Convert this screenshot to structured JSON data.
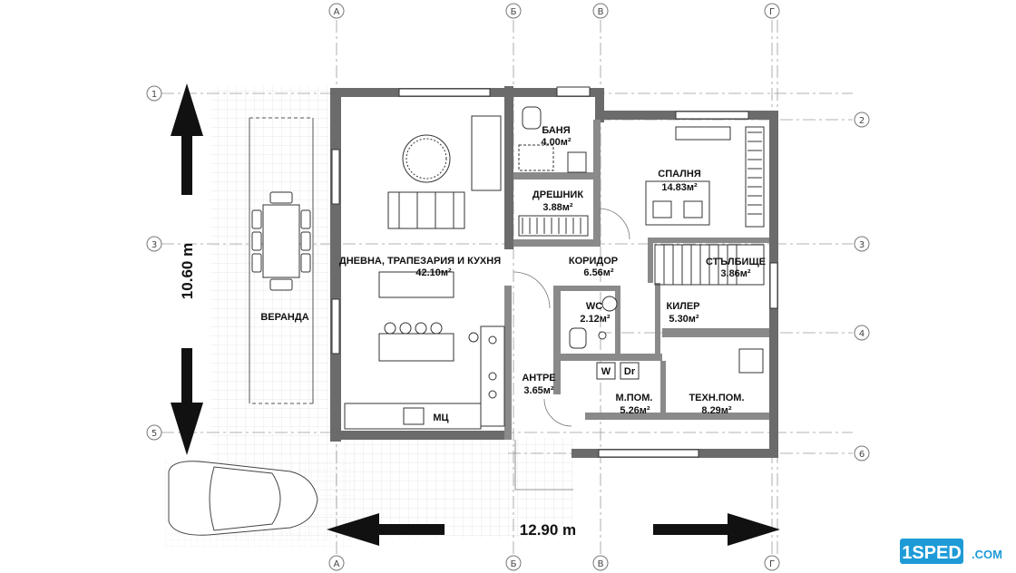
{
  "dimensions": {
    "height": "10.60 m",
    "width": "12.90 m"
  },
  "axes": {
    "columns": [
      "А",
      "Б",
      "В",
      "Г"
    ],
    "rows": [
      "1",
      "2",
      "3",
      "4",
      "5",
      "6"
    ]
  },
  "rooms": [
    {
      "id": "bath",
      "name": "БАНЯ",
      "area": "4.00м²"
    },
    {
      "id": "bedroom",
      "name": "СПАЛНЯ",
      "area": "14.83м²"
    },
    {
      "id": "wardrobe",
      "name": "ДРЕШНИК",
      "area": "3.88м²"
    },
    {
      "id": "living",
      "name": "ДНЕВНА, ТРАПЕЗАРИЯ И КУХНЯ",
      "area": "42.10м²"
    },
    {
      "id": "corridor",
      "name": "КОРИДОР",
      "area": "6.56м²"
    },
    {
      "id": "stair",
      "name": "СТЪЛБИЩЕ",
      "area": "3.86м²"
    },
    {
      "id": "wc",
      "name": "WC",
      "area": "2.12м²"
    },
    {
      "id": "pantry",
      "name": "КИЛЕР",
      "area": "5.30м²"
    },
    {
      "id": "veranda",
      "name": "ВЕРАНДА",
      "area": ""
    },
    {
      "id": "entry",
      "name": "АНТРЕ",
      "area": "3.65м²"
    },
    {
      "id": "utility",
      "name": "М.ПОМ.",
      "area": "5.26м²"
    },
    {
      "id": "technical",
      "name": "ТЕХН.ПОМ.",
      "area": "8.29м²"
    }
  ],
  "appliances": {
    "washer": "W",
    "dryer": "Dr",
    "dishwasher": "MЦ"
  },
  "logo": {
    "text": "1SPED",
    "suffix": ".COM",
    "color": "#1e9bd7"
  },
  "colors": {
    "wall": "#6b6b6b",
    "wall_dark": "#4a4a4a",
    "grid_line": "#d9d9d9",
    "arrow": "#111111"
  }
}
